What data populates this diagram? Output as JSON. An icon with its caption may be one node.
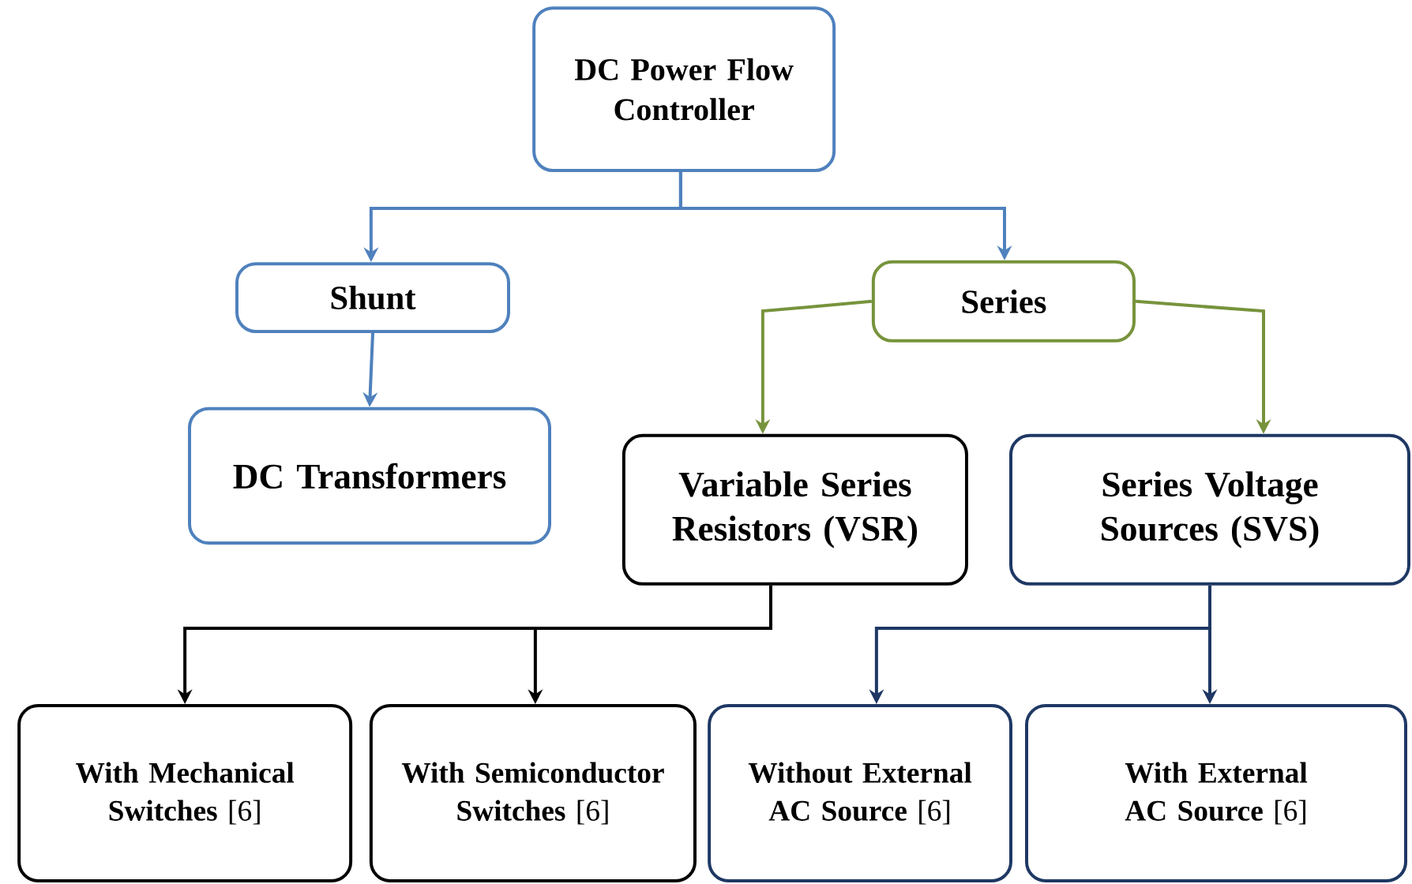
{
  "diagram": {
    "nodes": [
      {
        "text": [
          "DC Power Flow Controller"
        ]
      },
      {
        "text": [
          "Shunt"
        ]
      },
      {
        "text": [
          "Series"
        ]
      },
      {
        "text": [
          "DC Transformers"
        ]
      },
      {
        "text": [
          "Variable Series Resistors (VSR)"
        ]
      },
      {
        "text": [
          "Series Voltage Sources (SVS)"
        ]
      },
      {
        "text": [
          "**With Mechanical Switches** [6]"
        ]
      },
      {
        "text": [
          "**With Semiconductor Switches** [6]"
        ]
      },
      {
        "text": [
          "**Without External AC Source** [6]"
        ]
      },
      {
        "text": [
          "**With External AC Source** [6]"
        ]
      }
    ],
    "edges": [
      {
        "from": 0,
        "to": 1,
        "arrow": "to",
        "color": "#4f81bd"
      },
      {
        "from": 0,
        "to": 2,
        "arrow": "to",
        "color": "#4f81bd"
      },
      {
        "from": 1,
        "to": 3,
        "arrow": "to",
        "color": "#4f81bd"
      },
      {
        "from": 2,
        "to": 4,
        "arrow": "to",
        "color": "#77933c"
      },
      {
        "from": 2,
        "to": 5,
        "arrow": "to",
        "color": "#77933c"
      },
      {
        "from": 4,
        "to": 6,
        "arrow": "to",
        "color": "#000000"
      },
      {
        "from": 4,
        "to": 7,
        "arrow": "to",
        "color": "#000000"
      },
      {
        "from": 5,
        "to": 8,
        "arrow": "to",
        "color": "#1f3864"
      },
      {
        "from": 5,
        "to": 9,
        "arrow": "to",
        "color": "#1f3864"
      }
    ]
  }
}
